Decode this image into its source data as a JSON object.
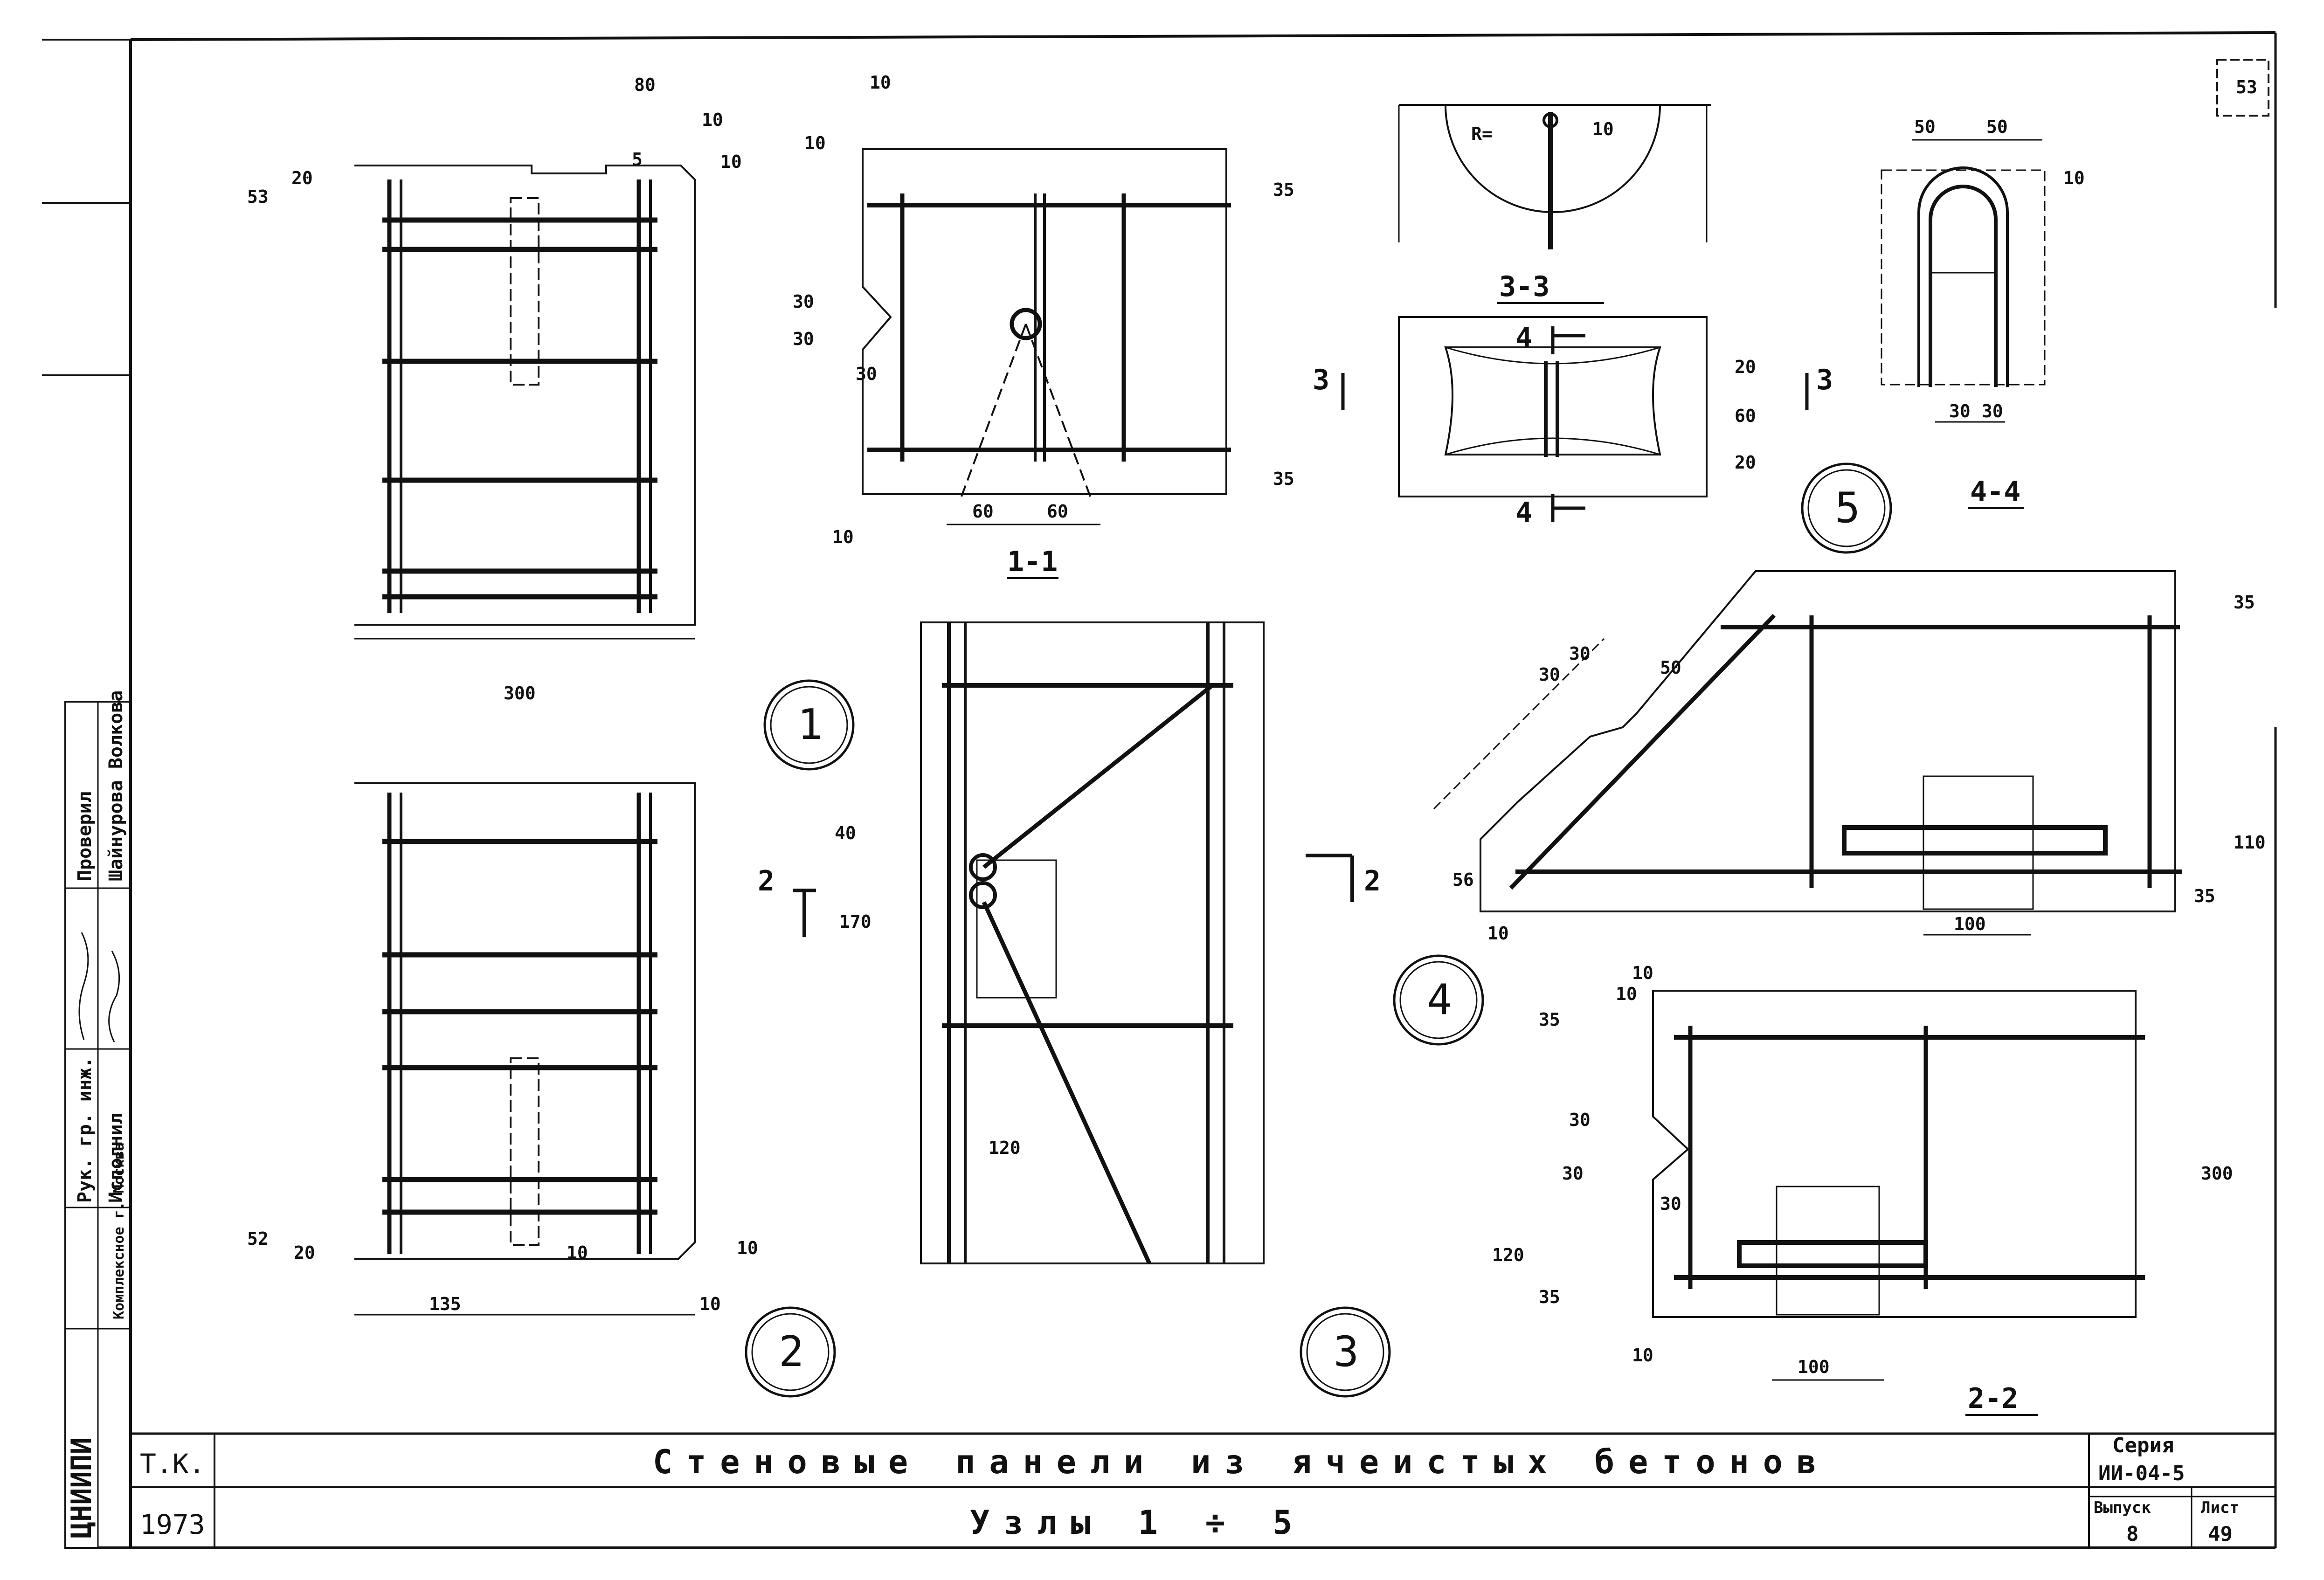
{
  "sheet_corner": "53",
  "title_block": {
    "org": "Т.К.",
    "year": "1973",
    "title": "Стеновые панели из ячеистых бетонов",
    "subtitle": "Узлы 1 ÷ 5",
    "series_label": "Серия",
    "series_value": "ИИ-04-5",
    "issue_label": "Выпуск",
    "issue_value": "8",
    "sheet_label": "Лист",
    "sheet_value": "49"
  },
  "side_stamp": {
    "org_mark": "ЦНИИПИ",
    "org_place": "Комплексное г. Москва",
    "role_1": "Рук. гр. инж.",
    "role_1b": "Исполнил",
    "role_2": "Проверил",
    "names": "Шайнурова Волкова"
  },
  "nodes": {
    "n1": "1",
    "n2": "2",
    "n3": "3",
    "n4": "4",
    "n5": "5"
  },
  "sections": {
    "s11": "1-1",
    "s22": "2-2",
    "s33": "3-3",
    "s44": "4-4",
    "cut2": "2",
    "cut3": "3",
    "cut4": "4"
  },
  "dims": {
    "d80": "80",
    "d10": "10",
    "d5": "5",
    "d20": "20",
    "d53": "53",
    "d300": "300",
    "d52": "52",
    "d135": "135",
    "d30": "30",
    "d35": "35",
    "d60": "60",
    "d40": "40",
    "d170": "170",
    "d120": "120",
    "d50": "50",
    "d56": "56",
    "d100": "100",
    "d110": "110",
    "r": "R="
  }
}
